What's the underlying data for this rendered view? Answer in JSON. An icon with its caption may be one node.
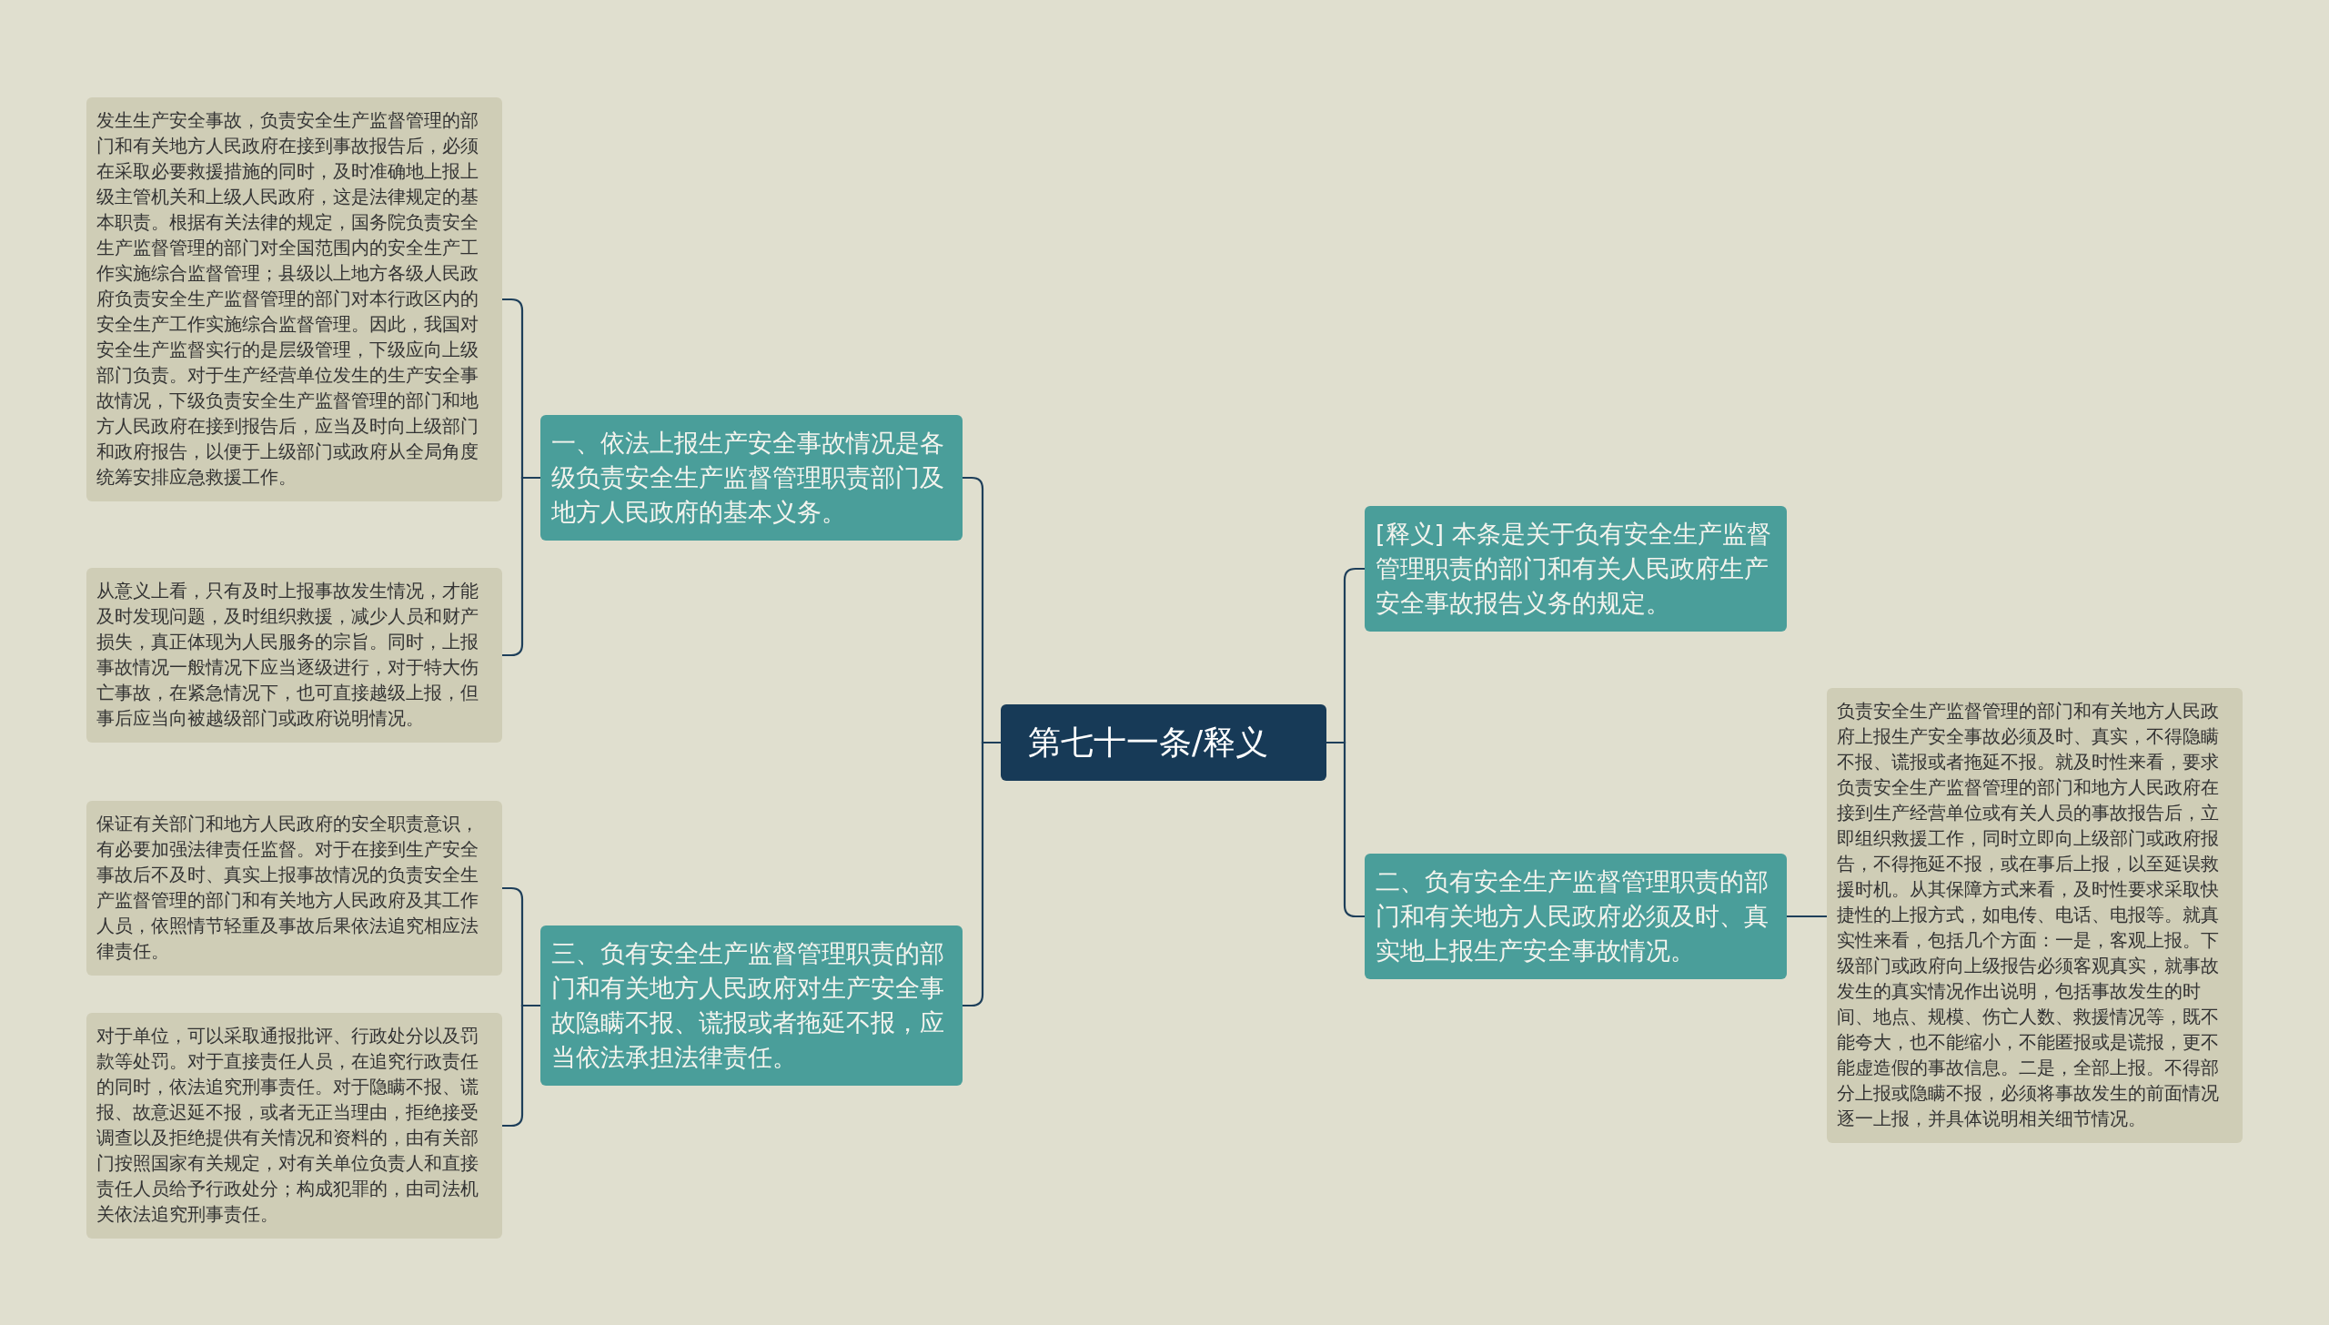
{
  "diagram": {
    "nodes": [
      {
        "text": [
          "第七十一条/释义"
        ]
      },
      {
        "text": [
          "一、依法上报生产安全事故情况是各级负责安全生产监督管理职责部门及地方人民政府的基本义务。"
        ]
      },
      {
        "text": [
          "发生生产安全事故，负责安全生产监督管理的部门和有关地方人民政府在接到事故报告后，必须在采取必要救援措施的同时，及时准确地上报上级主管机关和上级人民政府，这是法律规定的基本职责。根据有关法律的规定，国务院负责安全生产监督管理的部门对全国范围内的安全生产工作实施综合监督管理；县级以上地方各级人民政府负责安全生产监督管理的部门对本行政区内的安全生产工作实施综合监督管理。因此，我国对安全生产监督实行的是层级管理，下级应向上级部门负责。对于生产经营单位发生的生产安全事故情况，下级负责安全生产监督管理的部门和地方人民政府在接到报告后，应当及时向上级部门和政府报告，以便于上级部门或政府从全局角度统筹安排应急救援工作。"
        ]
      },
      {
        "text": [
          "从意义上看，只有及时上报事故发生情况，才能及时发现问题，及时组织救援，减少人员和财产损失，真正体现为人民服务的宗旨。同时，上报事故情况一般情况下应当逐级进行，对于特大伤亡事故，在紧急情况下，也可直接越级上报，但事后应当向被越级部门或政府说明情况。"
        ]
      },
      {
        "text": [
          "三、负有安全生产监督管理职责的部门和有关地方人民政府对生产安全事故隐瞒不报、谎报或者拖延不报，应当依法承担法律责任。"
        ]
      },
      {
        "text": [
          "保证有关部门和地方人民政府的安全职责意识，有必要加强法律责任监督。对于在接到生产安全事故后不及时、真实上报事故情况的负责安全生产监督管理的部门和有关地方人民政府及其工作人员，依照情节轻重及事故后果依法追究相应法律责任。"
        ]
      },
      {
        "text": [
          "对于单位，可以采取通报批评、行政处分以及罚款等处罚。对于直接责任人员，在追究行政责任的同时，依法追究刑事责任。对于隐瞒不报、谎报、故意迟延不报，或者无正当理由，拒绝接受调查以及拒绝提供有关情况和资料的，由有关部门按照国家有关规定，对有关单位负责人和直接责任人员给予行政处分；构成犯罪的，由司法机关依法追究刑事责任。"
        ]
      },
      {
        "text": [
          "[释义] 本条是关于负有安全生产监督管理职责的部门和有关人民政府生产安全事故报告义务的规定。"
        ]
      },
      {
        "text": [
          "二、负有安全生产监督管理职责的部门和有关地方人民政府必须及时、真实地上报生产安全事故情况。"
        ]
      },
      {
        "text": [
          "负责安全生产监督管理的部门和有关地方人民政府上报生产安全事故必须及时、真实，不得隐瞒不报、谎报或者拖延不报。就及时性来看，要求负责安全生产监督管理的部门和地方人民政府在接到生产经营单位或有关人员的事故报告后，立即组织救援工作，同时立即向上级部门或政府报告，不得拖延不报，或在事后上报，以至延误救援时机。从其保障方式来看，及时性要求采取快捷性的上报方式，如电传、电话、电报等。就真实性来看，包括几个方面：一是，客观上报。下级部门或政府向上级报告必须客观真实，就事故发生的真实情况作出说明，包括事故发生的时间、地点、规模、伤亡人数、救援情况等，既不能夸大，也不能缩小，不能匿报或是谎报，更不能虚造假的事故信息。二是，全部上报。不得部分上报或隐瞒不报，必须将事故发生的前面情况逐一上报，并具体说明相关细节情况。"
        ]
      }
    ],
    "edges": [
      {
        "from": 0,
        "to": 1,
        "arrow": "none"
      },
      {
        "from": 1,
        "to": 2,
        "arrow": "none"
      },
      {
        "from": 1,
        "to": 3,
        "arrow": "none"
      },
      {
        "from": 0,
        "to": 4,
        "arrow": "none"
      },
      {
        "from": 4,
        "to": 5,
        "arrow": "none"
      },
      {
        "from": 4,
        "to": 6,
        "arrow": "none"
      },
      {
        "from": 0,
        "to": 7,
        "arrow": "none"
      },
      {
        "from": 0,
        "to": 8,
        "arrow": "none"
      },
      {
        "from": 8,
        "to": 9,
        "arrow": "none"
      }
    ]
  }
}
